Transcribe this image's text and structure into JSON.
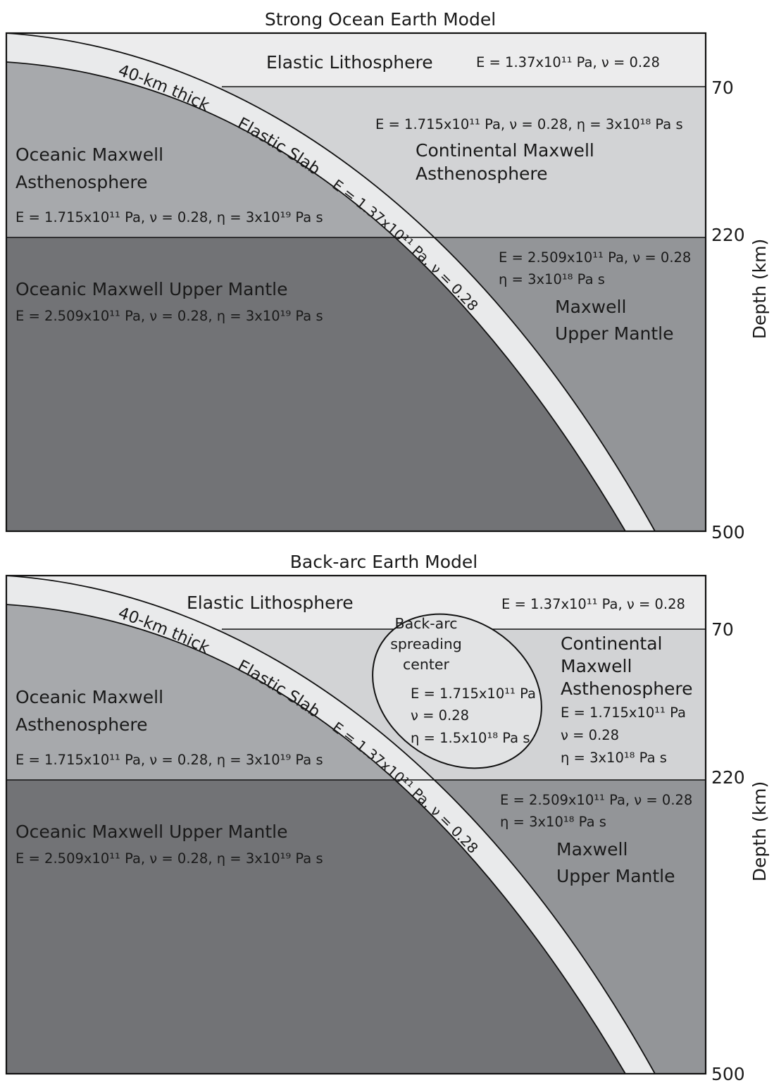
{
  "colors": {
    "lithosphere": "#ececed",
    "continental_asthenosphere": "#d2d3d5",
    "oceanic_asthenosphere": "#a7a9ac",
    "maxwell_upper_mantle_right": "#939598",
    "oceanic_upper_mantle": "#727376",
    "slab": "#e9eaeb",
    "back_arc": "#e2e3e4",
    "line": "#111111"
  },
  "axis": {
    "depth_label": "Depth (km)"
  },
  "panels": [
    {
      "title": "Strong Ocean Earth Model",
      "depth_ticks": [
        "70",
        "220",
        "500"
      ],
      "elastic_lithosphere": {
        "label": "Elastic Lithosphere",
        "params": "E = 1.37x10¹¹ Pa, ν = 0.28"
      },
      "continental_asthenosphere": {
        "label_lines": [
          "Continental Maxwell",
          "Asthenosphere"
        ],
        "params_lines": [
          "E = 1.715x10¹¹ Pa, ν = 0.28, η = 3x10¹⁸ Pa s"
        ]
      },
      "oceanic_asthenosphere": {
        "label_lines": [
          "Oceanic Maxwell",
          "Asthenosphere"
        ],
        "params": "E = 1.715x10¹¹ Pa, ν = 0.28, η = 3x10¹⁹ Pa s"
      },
      "oceanic_upper_mantle": {
        "label": "Oceanic Maxwell Upper Mantle",
        "params": "E = 2.509x10¹¹ Pa, ν = 0.28, η = 3x10¹⁹ Pa s"
      },
      "maxwell_upper_mantle": {
        "label_lines": [
          "Maxwell",
          "Upper Mantle"
        ],
        "params_lines": [
          "E = 2.509x10¹¹ Pa, ν = 0.28",
          "η = 3x10¹⁸ Pa s"
        ]
      },
      "slab": {
        "label_1": "40-km thick",
        "label_2": "Elastic Slab",
        "params": "E = 1.37x10¹¹ Pa, ν = 0.28"
      }
    },
    {
      "title": "Back-arc Earth Model",
      "depth_ticks": [
        "70",
        "220",
        "500"
      ],
      "elastic_lithosphere": {
        "label": "Elastic Lithosphere",
        "params": "E = 1.37x10¹¹ Pa, ν = 0.28"
      },
      "continental_asthenosphere": {
        "label_lines": [
          "Continental",
          "Maxwell",
          "Asthenosphere"
        ],
        "params_lines": [
          "E = 1.715x10¹¹ Pa",
          "ν = 0.28",
          "η = 3x10¹⁸ Pa s"
        ]
      },
      "oceanic_asthenosphere": {
        "label_lines": [
          "Oceanic Maxwell",
          "Asthenosphere"
        ],
        "params": "E = 1.715x10¹¹ Pa, ν = 0.28, η = 3x10¹⁹ Pa s"
      },
      "oceanic_upper_mantle": {
        "label": "Oceanic Maxwell Upper Mantle",
        "params": "E = 2.509x10¹¹ Pa, ν = 0.28, η = 3x10¹⁹ Pa s"
      },
      "maxwell_upper_mantle": {
        "label_lines": [
          "Maxwell",
          "Upper Mantle"
        ],
        "params_lines": [
          "E = 2.509x10¹¹ Pa, ν = 0.28",
          "η = 3x10¹⁸ Pa s"
        ]
      },
      "slab": {
        "label_1": "40-km thick",
        "label_2": "Elastic Slab",
        "params": "E = 1.37x10¹¹ Pa, ν = 0.28"
      },
      "back_arc": {
        "label_lines": [
          "Back-arc",
          "spreading",
          "center"
        ],
        "params_lines": [
          "E = 1.715x10¹¹ Pa",
          "ν = 0.28",
          "η = 1.5x10¹⁸ Pa s"
        ]
      }
    }
  ]
}
